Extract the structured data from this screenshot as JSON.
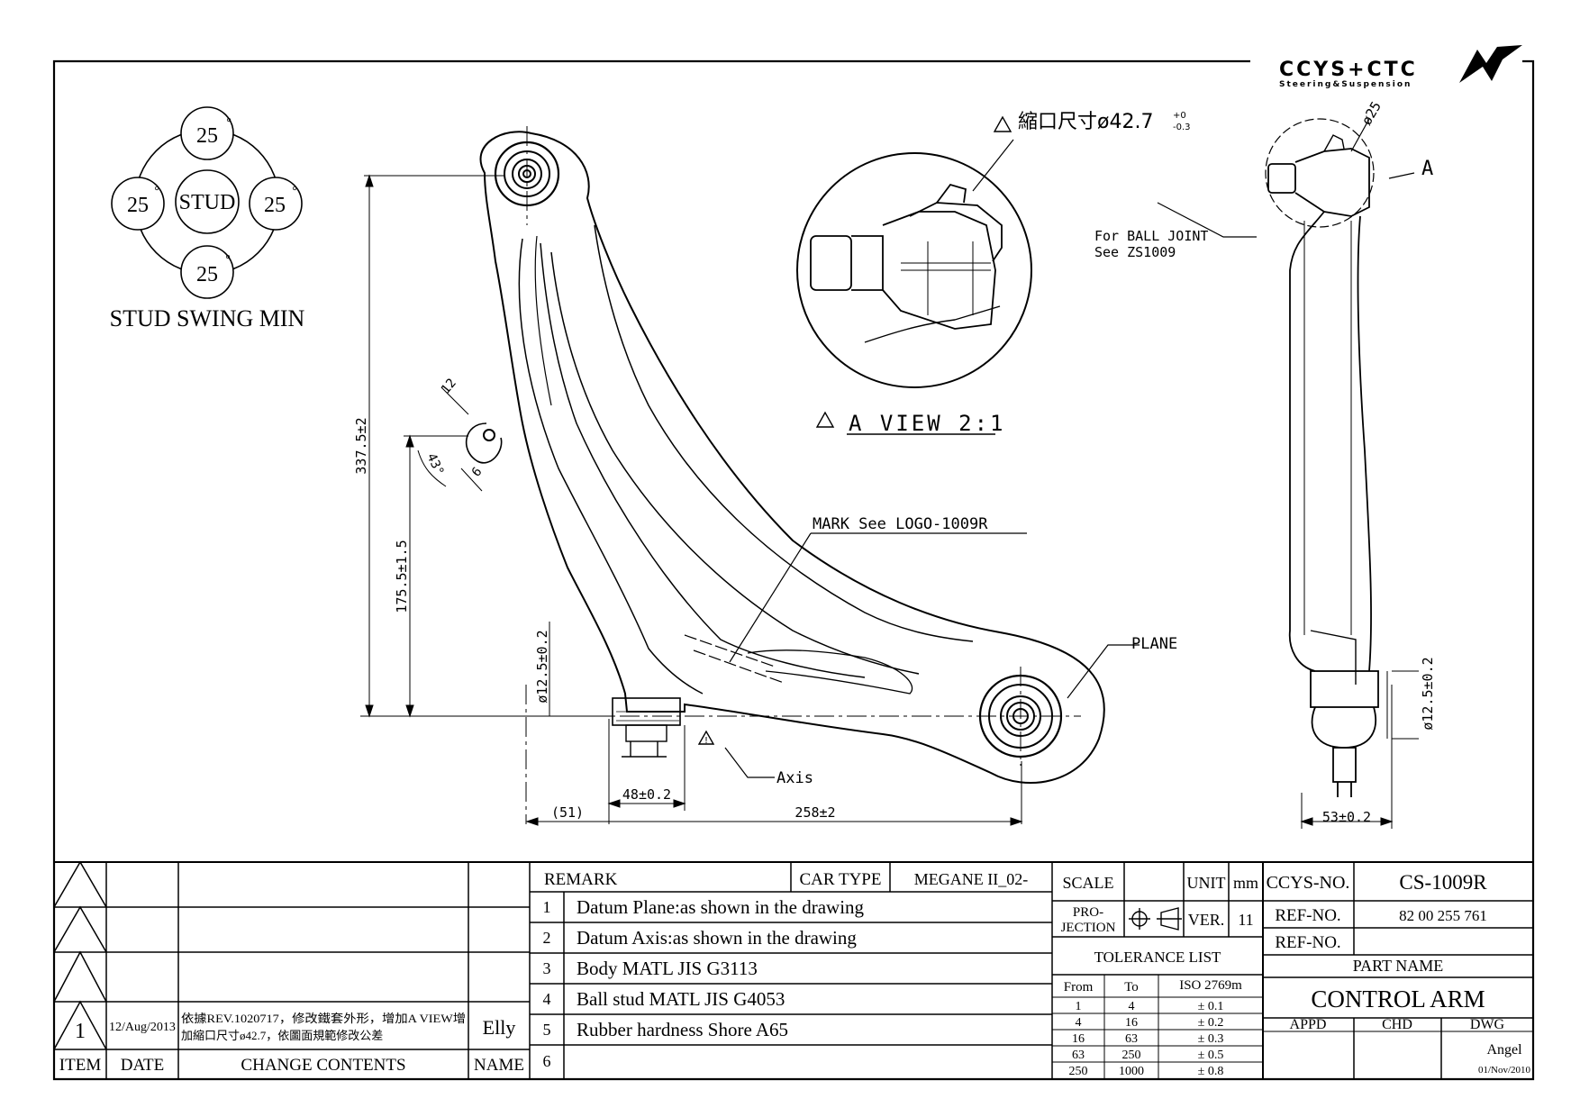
{
  "logo": {
    "brand": "CCYS+CTC",
    "tagline": "Steering&Suspension"
  },
  "stud_swing": {
    "title": "STUD SWING MIN",
    "center": "STUD",
    "top": "25",
    "left": "25",
    "right": "25",
    "bottom": "25",
    "degree": "°"
  },
  "view_a": {
    "title": "A VIEW 2:1",
    "note_prefix": "縮口尺寸ø42.7",
    "note_tol_upper": "+0",
    "note_tol_lower": "-0.3"
  },
  "side_view": {
    "dia_label": "ø25",
    "view_letter": "A",
    "ball_joint_line1": "For BALL JOINT",
    "ball_joint_line2": "See ZS1009",
    "bushing_dia": "ø12.5±0.2",
    "width_dim": "53±0.2"
  },
  "main_view": {
    "mark_note": "MARK See LOGO-1009R",
    "plane_label": "PLANE",
    "axis_label": "Axis",
    "dim_height_total": "337.5±2",
    "dim_height_mid": "175.5±1.5",
    "dim_bushing_dia": "ø12.5±0.2",
    "dim_12": "12",
    "dim_43": "43°",
    "dim_6": "6",
    "dim_48": "48±0.2",
    "dim_51": "(51)",
    "dim_258": "258±2"
  },
  "revision_block": {
    "headers": {
      "item": "ITEM",
      "date": "DATE",
      "contents": "CHANGE CONTENTS",
      "name": "NAME"
    },
    "rows": [
      {
        "item": "",
        "date": "",
        "contents_1": "",
        "contents_2": "",
        "name": ""
      },
      {
        "item": "",
        "date": "",
        "contents_1": "",
        "contents_2": "",
        "name": ""
      },
      {
        "item": "",
        "date": "",
        "contents_1": "",
        "contents_2": "",
        "name": ""
      },
      {
        "item": "1",
        "date": "12/Aug/2013",
        "contents_1": "依據REV.1020717，修改鐵套外形，增加A VIEW增",
        "contents_2": "加縮口尺寸ø42.7，依圖面規範修改公差",
        "name": "Elly"
      }
    ]
  },
  "remarks": {
    "header": "REMARK",
    "car_type_label": "CAR TYPE",
    "car_type_value": "MEGANE II_02-",
    "items": [
      {
        "no": "1",
        "text": "Datum Plane:as shown in the drawing"
      },
      {
        "no": "2",
        "text": "Datum Axis:as shown in the drawing"
      },
      {
        "no": "3",
        "text": "Body MATL JIS G3113"
      },
      {
        "no": "4",
        "text": "Ball stud MATL JIS G4053"
      },
      {
        "no": "5",
        "text": "Rubber hardness Shore A65"
      },
      {
        "no": "6",
        "text": ""
      }
    ]
  },
  "spec_block": {
    "scale_label": "SCALE",
    "scale_value": "",
    "unit_label": "UNIT",
    "unit_value": "mm",
    "projection_label_1": "PRO-",
    "projection_label_2": "JECTION",
    "ver_label": "VER.",
    "ver_value": "11",
    "tolerance_title": "TOLERANCE LIST",
    "tolerance_headers": {
      "from": "From",
      "to": "To",
      "iso": "ISO 2769m"
    },
    "tolerance_rows": [
      {
        "from": "1",
        "to": "4",
        "tol": "± 0.1"
      },
      {
        "from": "4",
        "to": "16",
        "tol": "± 0.2"
      },
      {
        "from": "16",
        "to": "63",
        "tol": "± 0.3"
      },
      {
        "from": "63",
        "to": "250",
        "tol": "± 0.5"
      },
      {
        "from": "250",
        "to": "1000",
        "tol": "± 0.8"
      }
    ]
  },
  "title_block": {
    "ccys_no_label": "CCYS-NO.",
    "ccys_no_value": "CS-1009R",
    "ref_no_label_1": "REF-NO.",
    "ref_no_value_1": "82 00 255 761",
    "ref_no_label_2": "REF-NO.",
    "ref_no_value_2": "",
    "part_name_label": "PART NAME",
    "part_name_value": "CONTROL ARM",
    "appd_label": "APPD",
    "chd_label": "CHD",
    "dwg_label": "DWG",
    "appd_value": "",
    "chd_value": "",
    "dwg_value": "Angel",
    "dwg_date": "01/Nov/2010"
  }
}
